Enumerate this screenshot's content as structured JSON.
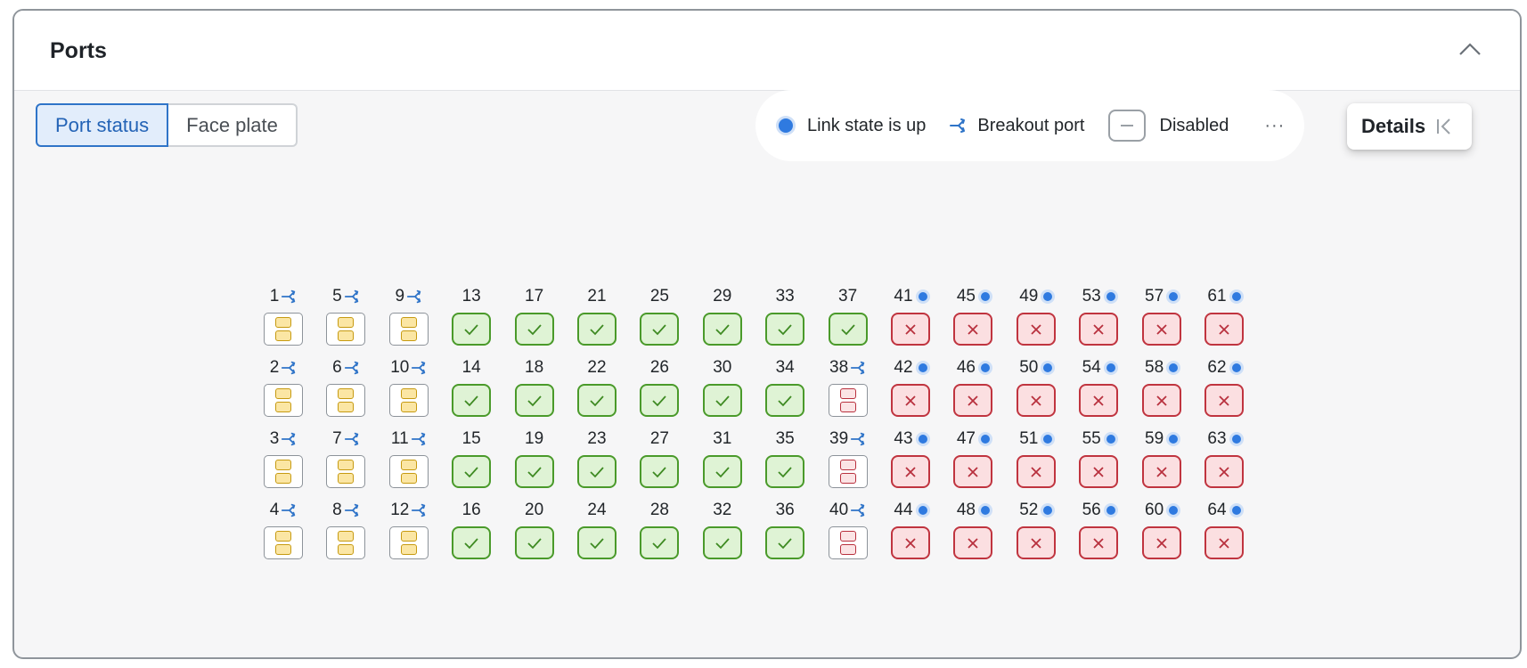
{
  "header": {
    "title": "Ports"
  },
  "view_toggle": {
    "options": [
      "Port status",
      "Face plate"
    ],
    "selected": "Port status"
  },
  "legend": {
    "link_up": "Link state is up",
    "breakout": "Breakout port",
    "disabled": "Disabled",
    "more": "···"
  },
  "details_button": {
    "label": "Details"
  },
  "colors": {
    "accent": "#2f74c8",
    "up_border": "#4a9a2a",
    "up_fill": "#dff3d5",
    "down_border": "#c0343f",
    "down_fill": "#fbdfe1",
    "breakout_yellow": "#fbe6a4",
    "link_dot": "#2f7ae0"
  },
  "ports": [
    {
      "n": "1",
      "state": "breakout"
    },
    {
      "n": "2",
      "state": "breakout"
    },
    {
      "n": "3",
      "state": "breakout"
    },
    {
      "n": "4",
      "state": "breakout"
    },
    {
      "n": "5",
      "state": "breakout"
    },
    {
      "n": "6",
      "state": "breakout"
    },
    {
      "n": "7",
      "state": "breakout"
    },
    {
      "n": "8",
      "state": "breakout"
    },
    {
      "n": "9",
      "state": "breakout"
    },
    {
      "n": "10",
      "state": "breakout"
    },
    {
      "n": "11",
      "state": "breakout"
    },
    {
      "n": "12",
      "state": "breakout"
    },
    {
      "n": "13",
      "state": "up"
    },
    {
      "n": "14",
      "state": "up"
    },
    {
      "n": "15",
      "state": "up"
    },
    {
      "n": "16",
      "state": "up"
    },
    {
      "n": "17",
      "state": "up"
    },
    {
      "n": "18",
      "state": "up"
    },
    {
      "n": "19",
      "state": "up"
    },
    {
      "n": "20",
      "state": "up"
    },
    {
      "n": "21",
      "state": "up"
    },
    {
      "n": "22",
      "state": "up"
    },
    {
      "n": "23",
      "state": "up"
    },
    {
      "n": "24",
      "state": "up"
    },
    {
      "n": "25",
      "state": "up"
    },
    {
      "n": "26",
      "state": "up"
    },
    {
      "n": "27",
      "state": "up"
    },
    {
      "n": "28",
      "state": "up"
    },
    {
      "n": "29",
      "state": "up"
    },
    {
      "n": "30",
      "state": "up"
    },
    {
      "n": "31",
      "state": "up"
    },
    {
      "n": "32",
      "state": "up"
    },
    {
      "n": "33",
      "state": "up"
    },
    {
      "n": "34",
      "state": "up"
    },
    {
      "n": "35",
      "state": "up"
    },
    {
      "n": "36",
      "state": "up"
    },
    {
      "n": "37",
      "state": "up"
    },
    {
      "n": "38",
      "state": "breakout-red"
    },
    {
      "n": "39",
      "state": "breakout-red"
    },
    {
      "n": "40",
      "state": "breakout-red"
    },
    {
      "n": "41",
      "state": "down-link"
    },
    {
      "n": "42",
      "state": "down-link"
    },
    {
      "n": "43",
      "state": "down-link"
    },
    {
      "n": "44",
      "state": "down-link"
    },
    {
      "n": "45",
      "state": "down-link"
    },
    {
      "n": "46",
      "state": "down-link"
    },
    {
      "n": "47",
      "state": "down-link"
    },
    {
      "n": "48",
      "state": "down-link"
    },
    {
      "n": "49",
      "state": "down-link"
    },
    {
      "n": "50",
      "state": "down-link"
    },
    {
      "n": "51",
      "state": "down-link"
    },
    {
      "n": "52",
      "state": "down-link"
    },
    {
      "n": "53",
      "state": "down-link"
    },
    {
      "n": "54",
      "state": "down-link"
    },
    {
      "n": "55",
      "state": "down-link"
    },
    {
      "n": "56",
      "state": "down-link"
    },
    {
      "n": "57",
      "state": "down-link"
    },
    {
      "n": "58",
      "state": "down-link"
    },
    {
      "n": "59",
      "state": "down-link"
    },
    {
      "n": "60",
      "state": "down-link"
    },
    {
      "n": "61",
      "state": "down-link"
    },
    {
      "n": "62",
      "state": "down-link"
    },
    {
      "n": "63",
      "state": "down-link"
    },
    {
      "n": "64",
      "state": "down-link"
    }
  ]
}
